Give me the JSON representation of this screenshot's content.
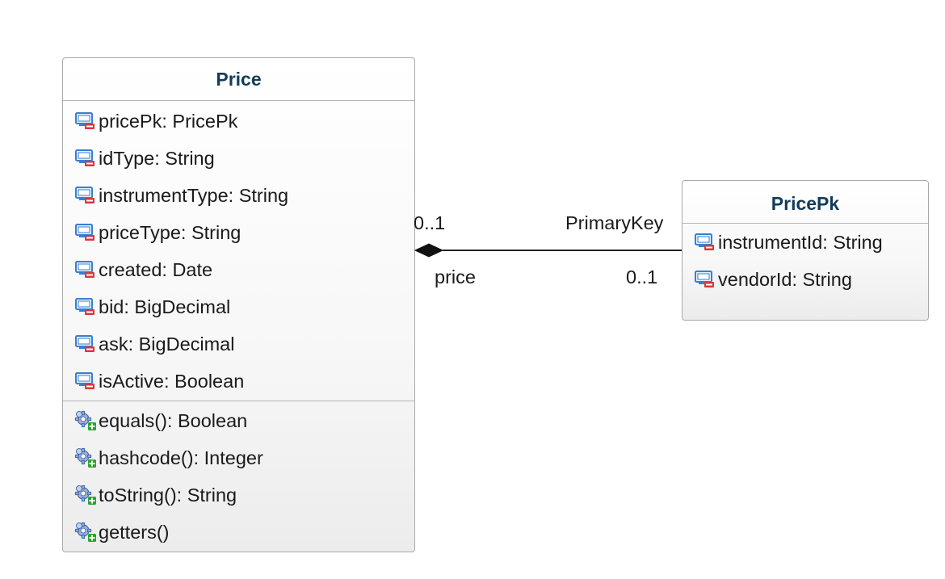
{
  "classes": {
    "price": {
      "name": "Price",
      "attributes": [
        "pricePk: PricePk",
        "idType: String",
        "instrumentType: String",
        "priceType: String",
        "created: Date",
        "bid: BigDecimal",
        "ask: BigDecimal",
        "isActive: Boolean"
      ],
      "operations": [
        "equals(): Boolean",
        "hashcode(): Integer",
        "toString(): String",
        "getters()"
      ]
    },
    "price_pk": {
      "name": "PricePk",
      "attributes": [
        "instrumentId: String",
        "vendorId: String"
      ]
    }
  },
  "association": {
    "source_multiplicity": "0..1",
    "source_role": "price",
    "target_role": "PrimaryKey",
    "target_multiplicity": "0..1",
    "kind": "composition"
  },
  "colors": {
    "title": "#143c5a",
    "attribute_icon": "#3a7fd0",
    "attribute_marker": "#d9363e",
    "operation_icon": "#4a6fb0",
    "operation_marker": "#2aa52a"
  }
}
